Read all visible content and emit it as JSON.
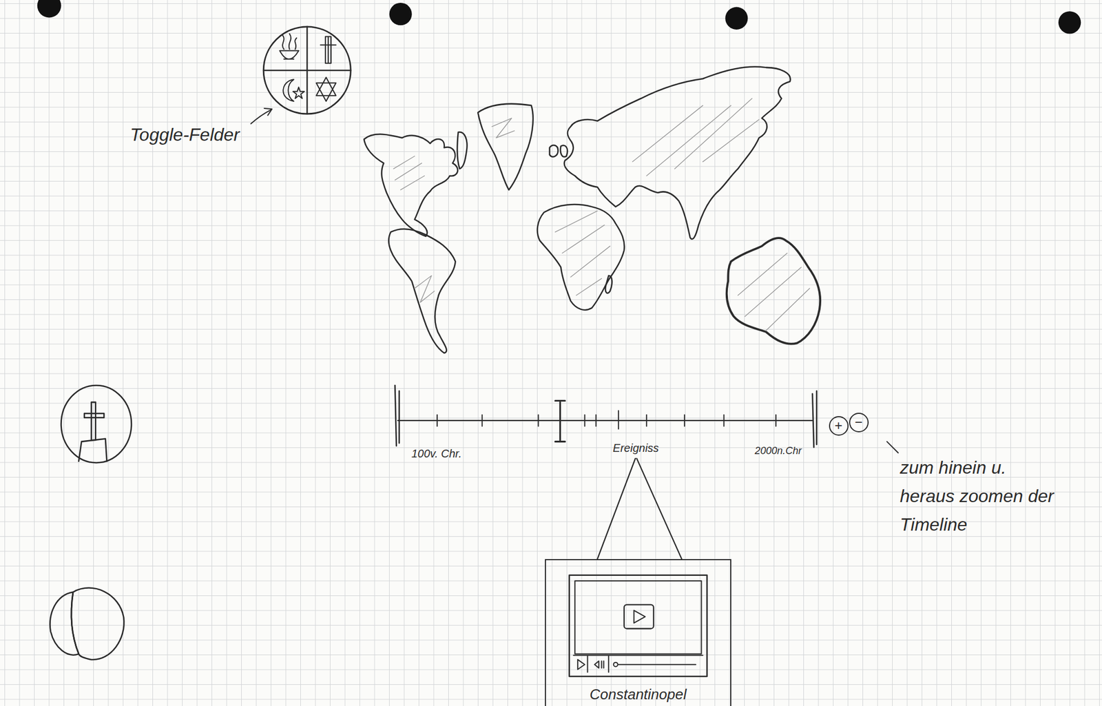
{
  "diagram": {
    "nodes": [
      {
        "text": [
          "+"
        ]
      },
      {
        "text": [
          "−"
        ]
      },
      {
        "text": [
          "Constantinopel"
        ]
      }
    ],
    "labels": [
      "Toggle-Felder",
      "100v. Chr.",
      "Ereigniss",
      "2000n.Chr",
      "zum hinein u. heraus zoomen der Timeline"
    ]
  }
}
